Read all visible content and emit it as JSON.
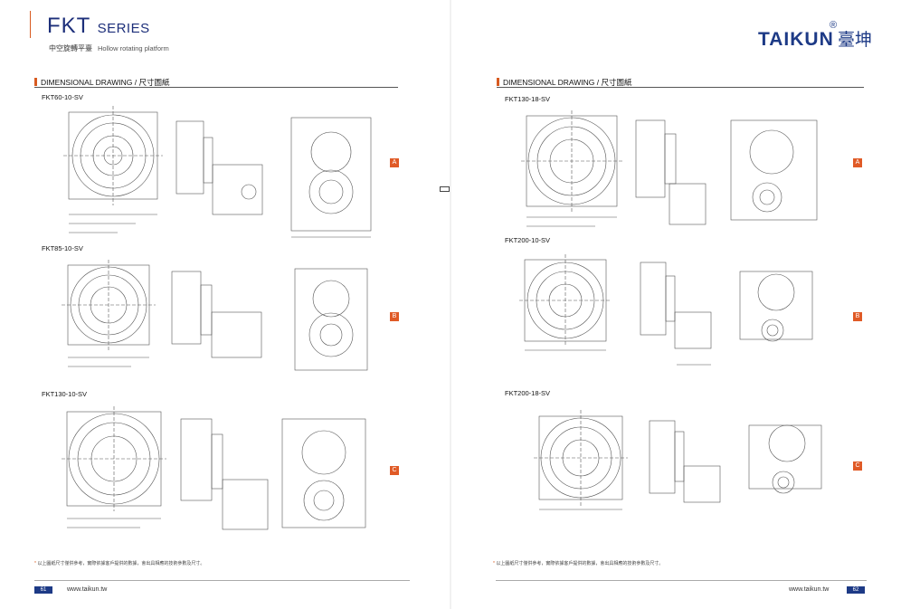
{
  "header": {
    "series_main": "FKT",
    "series_small": "SERIES",
    "subtitle_cn": "中空旋轉平臺",
    "subtitle_en": "Hollow rotating platform",
    "brand": "TAIKUN",
    "brand_reg": "®",
    "brand_cn": "臺坤"
  },
  "left_page": {
    "section_title": "DIMENSIONAL DRAWING / 尺寸圖紙",
    "models": [
      {
        "name": "FKT60-10-SV",
        "tag": "A"
      },
      {
        "name": "FKT85-10-SV",
        "tag": "B"
      },
      {
        "name": "FKT130-10-SV",
        "tag": "C"
      }
    ],
    "note": "以上圖紙尺寸僅供參考，實際依據客戶提供的數據，會出具相應的技術參數及尺寸。",
    "page_number": "61",
    "website": "www.taikun.tw"
  },
  "right_page": {
    "section_title": "DIMENSIONAL DRAWING / 尺寸圖紙",
    "models": [
      {
        "name": "FKT130-18-SV",
        "tag": "A"
      },
      {
        "name": "FKT200-10-SV",
        "tag": "B"
      },
      {
        "name": "FKT200-18-SV",
        "tag": "C"
      }
    ],
    "note": "以上圖紙尺寸僅供參考，實際依據客戶提供的數據，會出具相應的技術參數及尺寸。",
    "page_number": "62",
    "website": "www.taikun.tw"
  },
  "note_marker": "*",
  "colors": {
    "accent": "#d85a20",
    "brand": "#1d3a86"
  }
}
